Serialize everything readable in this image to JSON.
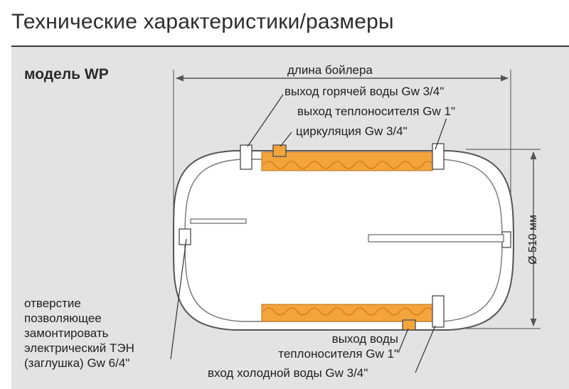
{
  "header": {
    "title": "Технические характеристики/размеры"
  },
  "diagram": {
    "model": "модель WP",
    "labels": {
      "boiler_length": "длина бойлера",
      "hot_water_outlet": "выход горячей воды Gw 3/4\"",
      "heating_medium_outlet_top": "выход теплоносителя Gw 1\"",
      "circulation": "циркуляция Gw 3/4\"",
      "diameter": "Ø 510 мм",
      "heating_medium_outlet_bottom": [
        "выход воды",
        "теплоносителя Gw 1\""
      ],
      "cold_water_inlet": "вход холодной воды Gw 3/4\"",
      "heater_opening": [
        "отверстие",
        "позволяющее",
        "замонтировать",
        "электрический ТЭН",
        "(заглушка) Gw 6/4\""
      ]
    },
    "colors": {
      "panel": "#e3e3e3",
      "tank_fill": "#ffffff",
      "tank_outline": "#555555",
      "heat_exchanger": "#f3a43b",
      "coil_line": "#d97f20"
    }
  }
}
